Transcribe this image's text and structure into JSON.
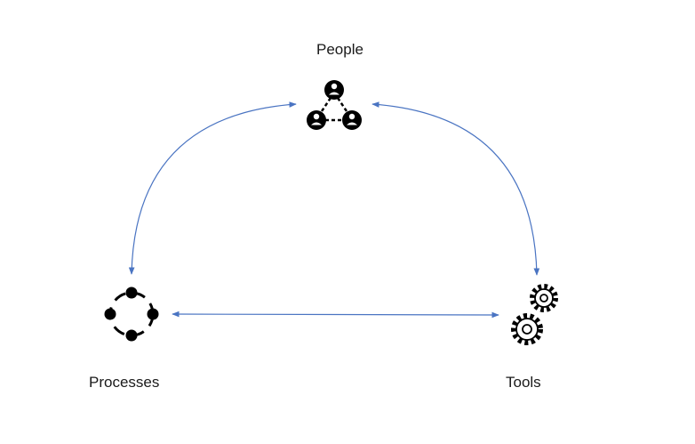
{
  "nodes": {
    "people": {
      "label": "People",
      "icon": "people-network-icon"
    },
    "processes": {
      "label": "Processes",
      "icon": "process-cycle-icon"
    },
    "tools": {
      "label": "Tools",
      "icon": "gears-icon"
    }
  },
  "colors": {
    "connector": "#4a74c2",
    "icon": "#000000",
    "text": "#1a1a1a",
    "background": "#ffffff"
  },
  "connectors": [
    {
      "from": "people",
      "to": "processes",
      "style": "curved-double-arrow"
    },
    {
      "from": "people",
      "to": "tools",
      "style": "curved-double-arrow"
    },
    {
      "from": "processes",
      "to": "tools",
      "style": "straight-double-arrow"
    }
  ]
}
